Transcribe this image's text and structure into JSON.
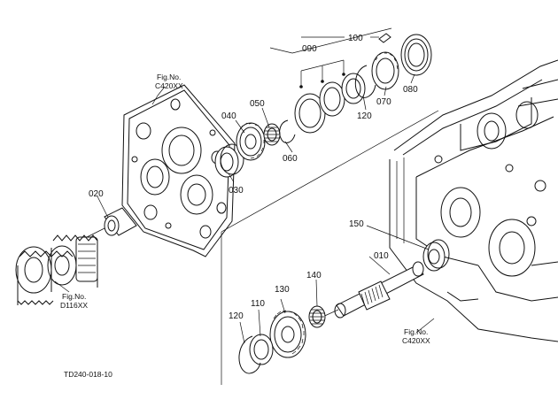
{
  "diagram": {
    "drawing_code": "TD240-018-10",
    "fig_refs": [
      {
        "prefix": "Fig.No.",
        "code": "C420XX"
      },
      {
        "prefix": "Fig.No.",
        "code": "D116XX"
      },
      {
        "prefix": "Fig.No.",
        "code": "C420XX"
      }
    ],
    "part_labels": {
      "p010": "010",
      "p020": "020",
      "p030": "030",
      "p040": "040",
      "p050": "050",
      "p060": "060",
      "p070": "070",
      "p080": "080",
      "p090": "090",
      "p100": "100",
      "p110": "110",
      "p120a": "120",
      "p120b": "120",
      "p130": "130",
      "p140": "140",
      "p150": "150"
    }
  }
}
